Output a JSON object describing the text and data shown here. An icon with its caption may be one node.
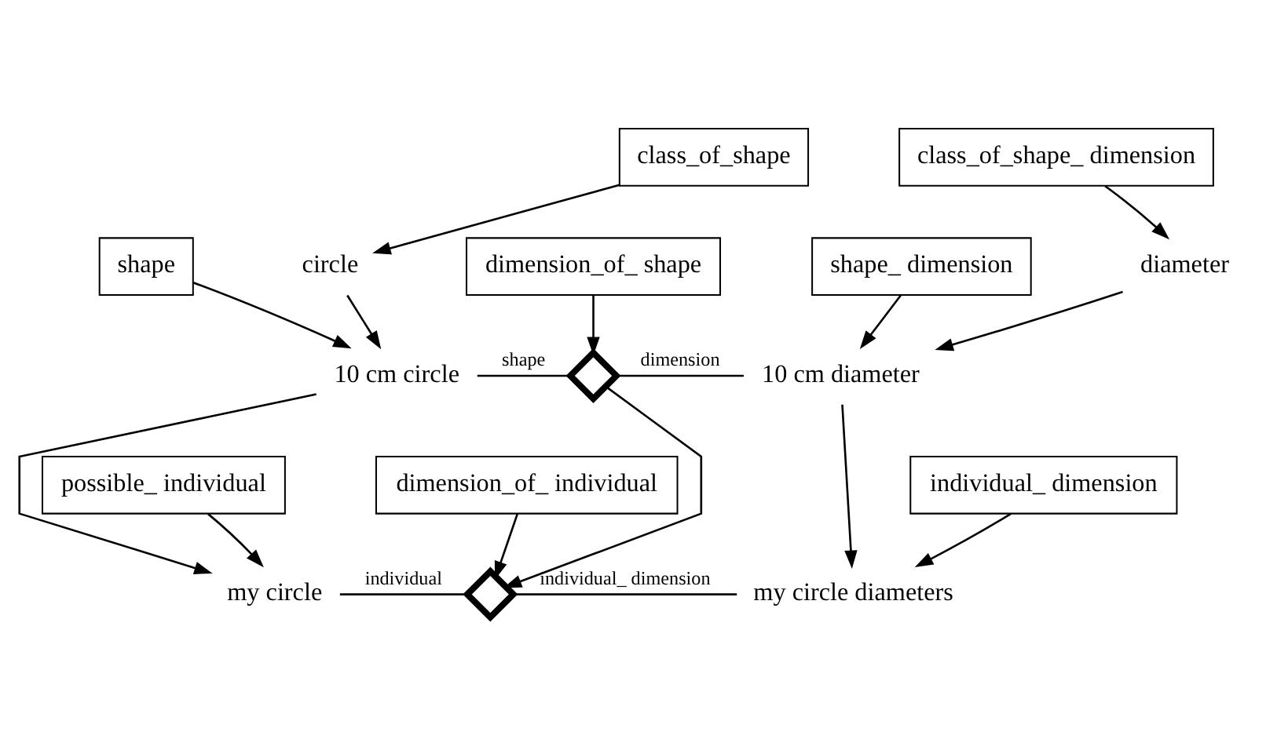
{
  "diagram": {
    "nodes": [
      {
        "text": [
          "class_of_shape"
        ]
      },
      {
        "text": [
          "circle"
        ]
      },
      {
        "text": [
          "shape"
        ]
      },
      {
        "text": [
          "dimension_of_ shape"
        ]
      },
      {
        "text": [
          "shape_ dimension"
        ]
      },
      {
        "text": [
          "class_of_shape_ dimension"
        ]
      },
      {
        "text": [
          "diameter"
        ]
      },
      {
        "text": [
          "10 cm circle"
        ]
      },
      {
        "text": [],
        "shape": "diamond"
      },
      {
        "text": [
          "10 cm diameter"
        ]
      },
      {
        "text": [
          "individual_ dimension"
        ]
      },
      {
        "text": [
          "possible_ individual"
        ]
      },
      {
        "text": [
          "dimension_of_ individual"
        ]
      },
      {
        "text": [
          "my circle"
        ]
      },
      {
        "text": [],
        "shape": "diamond"
      },
      {
        "text": [
          "my circle diameters"
        ]
      }
    ],
    "edges": [
      {
        "from": 0,
        "to": 1,
        "arrow": "to"
      },
      {
        "from": 2,
        "to": 7,
        "arrow": "to"
      },
      {
        "from": 1,
        "to": 7,
        "arrow": "to"
      },
      {
        "from": 3,
        "to": 8,
        "arrow": "to"
      },
      {
        "from": 4,
        "to": 9,
        "arrow": "to"
      },
      {
        "from": 5,
        "to": 6,
        "arrow": "to"
      },
      {
        "from": 6,
        "to": 9,
        "arrow": "to"
      },
      {
        "from": 7,
        "to": 8,
        "arrow": "none",
        "label": "shape"
      },
      {
        "from": 8,
        "to": 9,
        "arrow": "none",
        "label": "dimension"
      },
      {
        "from": 7,
        "to": 13,
        "arrow": "to"
      },
      {
        "from": 8,
        "to": 14,
        "arrow": "to"
      },
      {
        "from": 9,
        "to": 15,
        "arrow": "to"
      },
      {
        "from": 11,
        "to": 13,
        "arrow": "to"
      },
      {
        "from": 12,
        "to": 14,
        "arrow": "to"
      },
      {
        "from": 10,
        "to": 15,
        "arrow": "to"
      },
      {
        "from": 13,
        "to": 14,
        "arrow": "none",
        "label": "individual"
      },
      {
        "from": 14,
        "to": 15,
        "arrow": "none",
        "label": "individual_ dimension"
      }
    ]
  }
}
